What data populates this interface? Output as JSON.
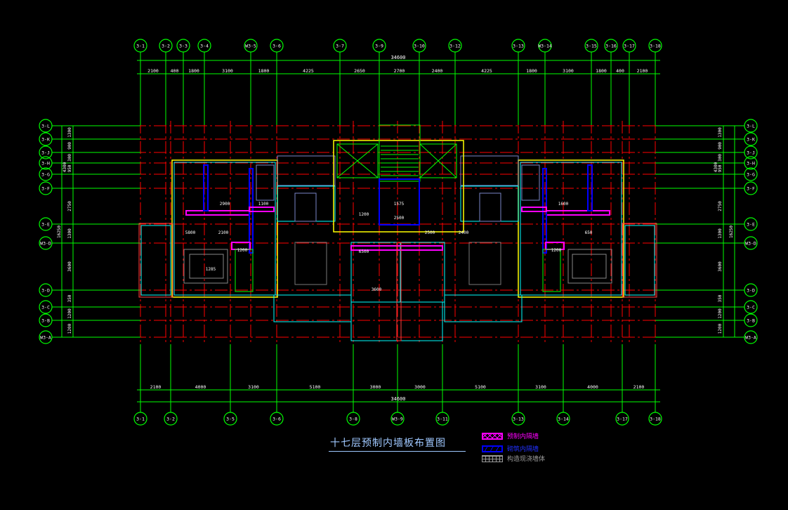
{
  "drawing_title": "十七层预制内墙板布置图",
  "legend": [
    {
      "label": "预制内隔墙",
      "color": "#ff00ff",
      "pattern": "cross-hatch"
    },
    {
      "label": "砌筑内隔墙",
      "color": "#0000ff",
      "pattern": "diagonal-hatch"
    },
    {
      "label": "构造现浇墙体",
      "color": "#9a9a9a",
      "pattern": "brick"
    }
  ],
  "top_axes": [
    "3-1",
    "3-2",
    "3-3",
    "3-4",
    "W3-5",
    "3-6",
    "3-7",
    "3-9",
    "3-10",
    "3-12",
    "3-13",
    "W3-14",
    "3-15",
    "3-16",
    "3-17",
    "3-18"
  ],
  "top_dimensions": [
    "2100",
    "400",
    "1800",
    "3100",
    "1800",
    "4225",
    "2650",
    "2700",
    "2400",
    "4225",
    "1800",
    "3100",
    "1800",
    "400",
    "2100"
  ],
  "top_total": "34600",
  "bottom_axes": [
    "3-1",
    "3-2",
    "3-5",
    "3-6",
    "3-8",
    "W3-9",
    "3-11",
    "3-13",
    "3-14",
    "3-17",
    "3-18"
  ],
  "bottom_dimensions": [
    "2100",
    "4000",
    "3100",
    "5100",
    "3000",
    "3000",
    "5100",
    "3100",
    "4000",
    "2100"
  ],
  "bottom_total": "34600",
  "side_axes": [
    "3-L",
    "3-K",
    "3-J",
    "3-H",
    "3-G",
    "3-F",
    "3-E",
    "W3-D",
    "3-D",
    "3-C",
    "3-B",
    "W3-A"
  ],
  "side_dimensions": [
    "1300",
    "900",
    "300",
    "950",
    "2750",
    "1300",
    "3600",
    "350",
    "1200",
    "1200"
  ],
  "side_sub_total": "4300",
  "side_total": "16250",
  "room_dimensions": [
    "2900",
    "2100",
    "1100",
    "2400",
    "1200",
    "6500",
    "1200",
    "1575",
    "2500",
    "2500",
    "1285",
    "3600",
    "1200",
    "1600",
    "650",
    "5800"
  ],
  "colors": {
    "grid": "#00ff00",
    "axis_line": "#ff0000",
    "wall_yellow": "#ffff00",
    "wall_cyan": "#00ffff",
    "wall_magenta": "#ff00ff",
    "wall_blue": "#0000ff",
    "furniture": "#7a86c8"
  }
}
